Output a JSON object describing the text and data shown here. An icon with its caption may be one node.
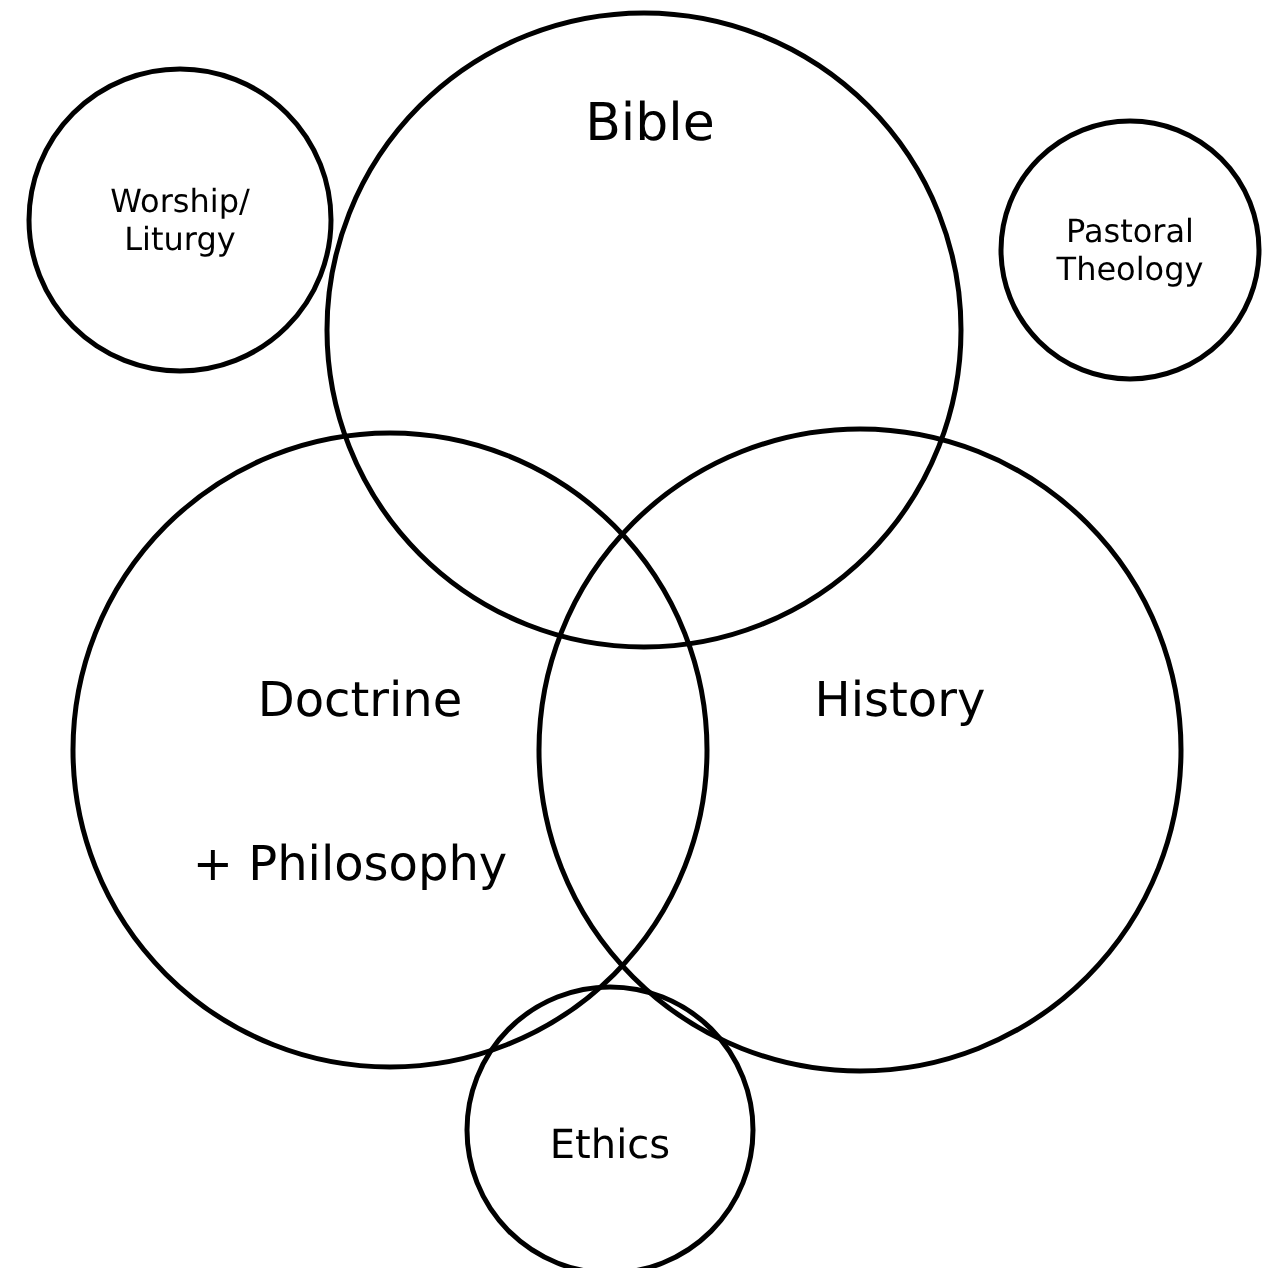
{
  "diagram": {
    "nodes": [
      {
        "text": [
          "Worship/ Liturgy"
        ]
      },
      {
        "text": [
          "Bible"
        ]
      },
      {
        "text": [
          "Pastoral Theology"
        ]
      },
      {
        "text": [
          "Doctrine",
          "+ Philosophy"
        ]
      },
      {
        "text": [
          "History"
        ]
      },
      {
        "text": [
          "Ethics"
        ]
      }
    ],
    "edges": []
  }
}
